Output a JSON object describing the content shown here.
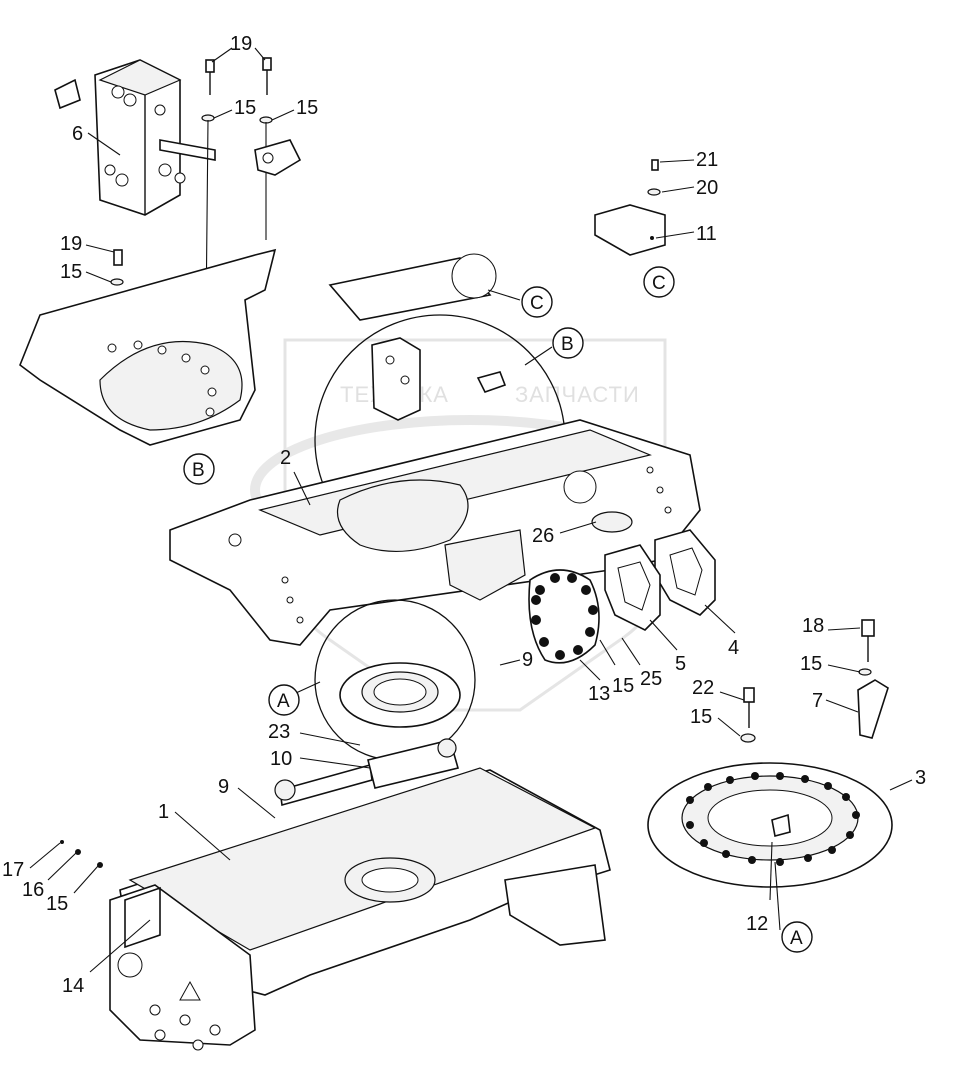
{
  "watermark": {
    "left_text": "ТЕХНИКА",
    "right_text": "ЗАПЧАСТИ",
    "color": "#c8c8c8"
  },
  "callouts": [
    {
      "id": "c19a",
      "label": "19"
    },
    {
      "id": "c15a",
      "label": "15"
    },
    {
      "id": "c15b",
      "label": "15"
    },
    {
      "id": "c6",
      "label": "6"
    },
    {
      "id": "c19b",
      "label": "19"
    },
    {
      "id": "c15c",
      "label": "15"
    },
    {
      "id": "c21",
      "label": "21"
    },
    {
      "id": "c20",
      "label": "20"
    },
    {
      "id": "c11",
      "label": "11"
    },
    {
      "id": "c2",
      "label": "2"
    },
    {
      "id": "c26",
      "label": "26"
    },
    {
      "id": "c4",
      "label": "4"
    },
    {
      "id": "c5",
      "label": "5"
    },
    {
      "id": "c25",
      "label": "25"
    },
    {
      "id": "c15d",
      "label": "15"
    },
    {
      "id": "c13",
      "label": "13"
    },
    {
      "id": "c9a",
      "label": "9"
    },
    {
      "id": "c18",
      "label": "18"
    },
    {
      "id": "c15e",
      "label": "15"
    },
    {
      "id": "c7",
      "label": "7"
    },
    {
      "id": "c22",
      "label": "22"
    },
    {
      "id": "c15f",
      "label": "15"
    },
    {
      "id": "c3",
      "label": "3"
    },
    {
      "id": "c23",
      "label": "23"
    },
    {
      "id": "c10",
      "label": "10"
    },
    {
      "id": "c9b",
      "label": "9"
    },
    {
      "id": "c1",
      "label": "1"
    },
    {
      "id": "c12",
      "label": "12"
    },
    {
      "id": "c17",
      "label": "17"
    },
    {
      "id": "c16",
      "label": "16"
    },
    {
      "id": "c15g",
      "label": "15"
    },
    {
      "id": "c14",
      "label": "14"
    }
  ],
  "view_markers": [
    {
      "id": "vB1",
      "label": "B"
    },
    {
      "id": "vC1",
      "label": "C"
    },
    {
      "id": "vC2",
      "label": "C"
    },
    {
      "id": "vB2",
      "label": "B"
    },
    {
      "id": "vA1",
      "label": "A"
    },
    {
      "id": "vA2",
      "label": "A"
    }
  ]
}
